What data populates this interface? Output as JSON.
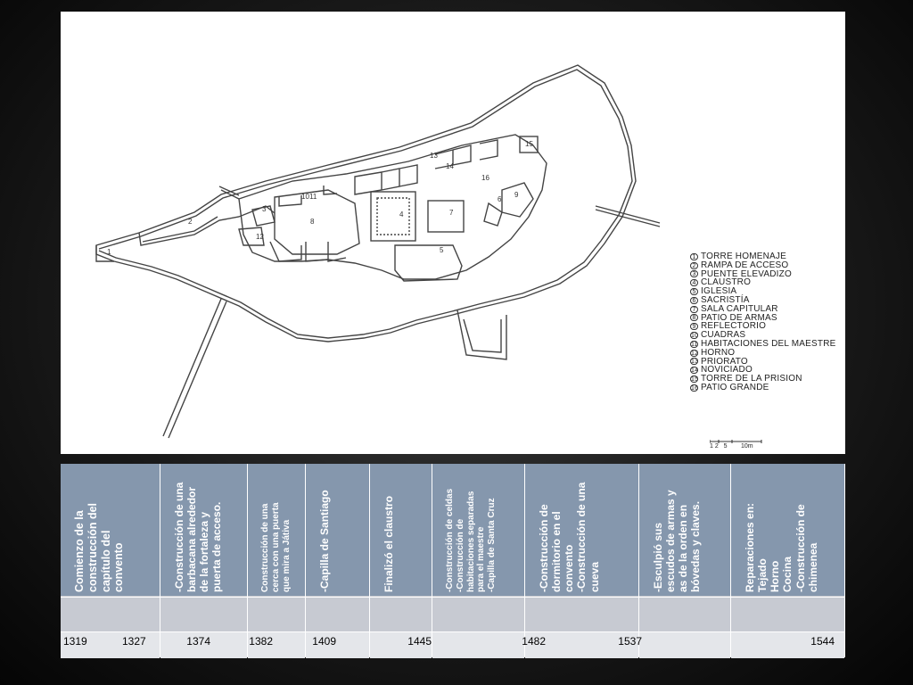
{
  "legend": [
    {
      "num": "1",
      "label": "TORRE HOMENAJE"
    },
    {
      "num": "2",
      "label": "RAMPA DE ACCESO"
    },
    {
      "num": "3",
      "label": "PUENTE ELEVADIZO"
    },
    {
      "num": "4",
      "label": "CLAUSTRO"
    },
    {
      "num": "5",
      "label": "IGLESIA"
    },
    {
      "num": "6",
      "label": "SACRISTÍA"
    },
    {
      "num": "7",
      "label": "SALA CAPITULAR"
    },
    {
      "num": "8",
      "label": "PATIO DE ARMAS"
    },
    {
      "num": "9",
      "label": "REFLECTORIO"
    },
    {
      "num": "10",
      "label": "CUADRAS"
    },
    {
      "num": "11",
      "label": "HABITACIONES DEL MAESTRE"
    },
    {
      "num": "12",
      "label": "HORNO"
    },
    {
      "num": "13",
      "label": "PRIORATO"
    },
    {
      "num": "14",
      "label": "NOVICIADO"
    },
    {
      "num": "15",
      "label": "TORRE DE LA PRISION"
    },
    {
      "num": "16",
      "label": "PATIO GRANDE"
    }
  ],
  "map_labels": [
    "1",
    "2",
    "3",
    "4",
    "5",
    "6",
    "7",
    "8",
    "9",
    "10",
    "11",
    "12",
    "13",
    "14",
    "15",
    "16"
  ],
  "scale": {
    "label": "1 2   5        10m"
  },
  "timeline": {
    "events": [
      {
        "lines": [
          "Comienzo de la",
          "construcción del",
          "capítulo del",
          "convento"
        ]
      },
      {
        "lines": [
          "-Construcción de una",
          "barbacana alrededor",
          "de la fortaleza y",
          "puerta de acceso."
        ]
      },
      {
        "lines": [
          "Construcción de una",
          "cerca con una puerta",
          "que mira a Játiva"
        ]
      },
      {
        "lines": [
          "-Capilla de Santiago"
        ]
      },
      {
        "lines": [
          "Finalizó el claustro"
        ]
      },
      {
        "lines": [
          "-Construcción de celdas",
          "-Construcción de",
          "habitaciones separadas",
          "para el maestre",
          "-Capilla de Santa Cruz"
        ]
      },
      {
        "lines": [
          "-Construcción de",
          "dormitorio en el",
          "convento",
          "-Construcción de una",
          "cueva"
        ]
      },
      {
        "lines": [
          "-Esculpió sus",
          "escudos de armas y",
          "as de la orden en",
          "bóvedas y claves."
        ]
      },
      {
        "lines": [
          "Reparaciones en:",
          "   Tejado",
          "   Horno",
          "   Cocina",
          "-Construcción de",
          "chimenea"
        ]
      }
    ],
    "years": [
      "1319",
      "1327",
      "1374",
      "1382",
      "1409",
      "1445",
      "1482",
      "1537",
      "1544"
    ]
  }
}
